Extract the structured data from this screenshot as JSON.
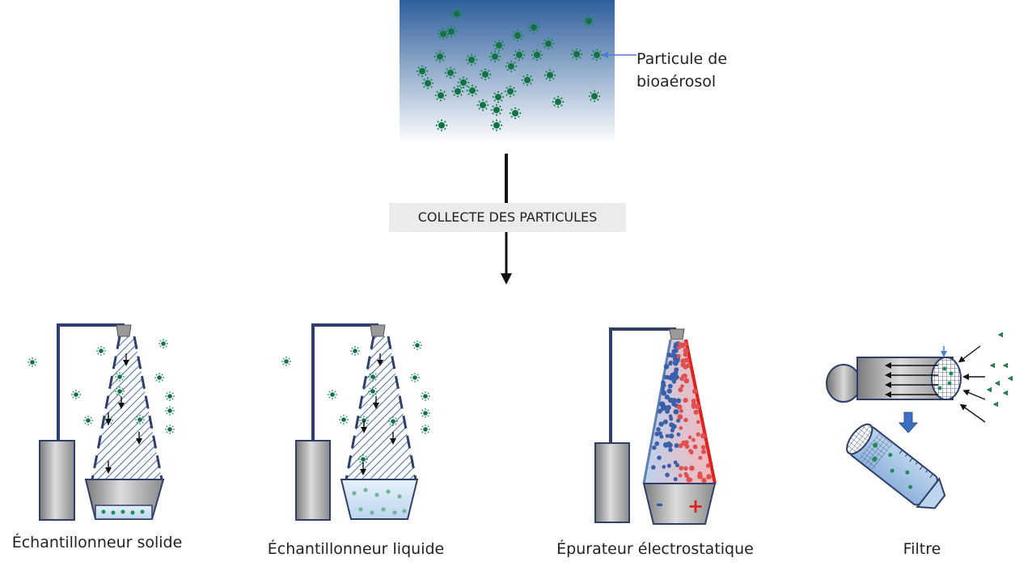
{
  "top": {
    "particle_label_line1": "Particule de",
    "particle_label_line2": "bioaérosol"
  },
  "arrow_label": "COLLECTE DES PARTICULES",
  "samplers": [
    {
      "label": "Échantillonneur solide"
    },
    {
      "label": "Échantillonneur liquide"
    },
    {
      "label": "Épurateur électrostatique",
      "electrode_neg": "-",
      "electrode_pos": "+"
    },
    {
      "label": "Filtre"
    }
  ],
  "colors": {
    "particle": "#1e8a55",
    "particle_dark": "#137244",
    "air_top": "#2e5f9c",
    "air_bottom": "#ffffff",
    "frame": "#2f3f6b",
    "hatch": "#2f5aa8",
    "negative": "#2f5aa8",
    "positive": "#e0201a",
    "collect_bg": "#ebebeb"
  }
}
